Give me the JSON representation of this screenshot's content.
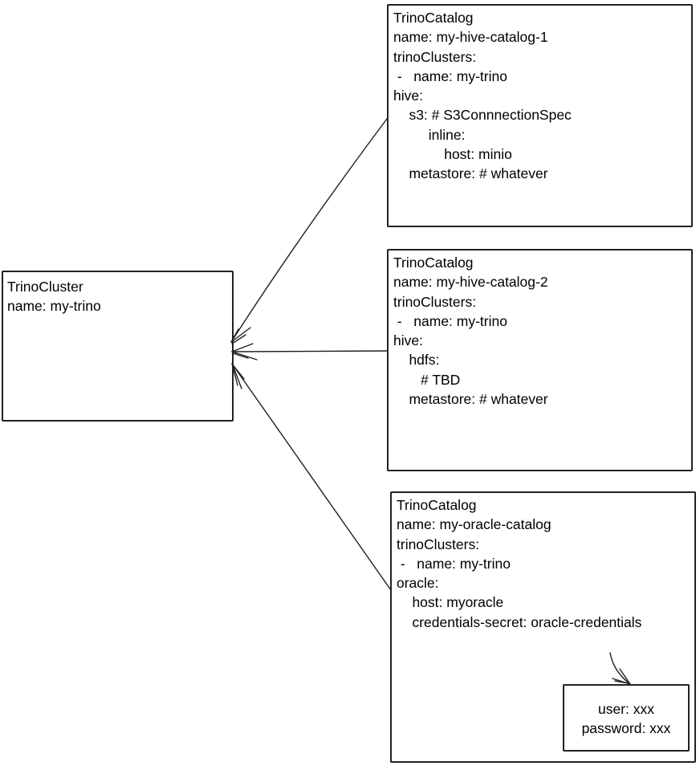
{
  "cluster_box": {
    "lines": [
      "TrinoCluster",
      "name: my-trino"
    ]
  },
  "catalog_boxes": [
    {
      "lines": [
        "TrinoCatalog",
        "name: my-hive-catalog-1",
        "trinoClusters:",
        " -   name: my-trino",
        "hive:",
        "    s3: # S3ConnnectionSpec",
        "         inline:",
        "             host: minio",
        "    metastore: # whatever"
      ]
    },
    {
      "lines": [
        "TrinoCatalog",
        "name: my-hive-catalog-2",
        "trinoClusters:",
        " -   name: my-trino",
        "hive:",
        "    hdfs:",
        "       # TBD",
        "    metastore: # whatever"
      ]
    },
    {
      "lines": [
        "TrinoCatalog",
        "name: my-oracle-catalog",
        "trinoClusters:",
        " -   name: my-trino",
        "oracle:",
        "    host: myoracle",
        "    credentials-secret: oracle-credentials"
      ]
    }
  ],
  "credentials_box": {
    "lines": [
      "user: xxx",
      "password: xxx"
    ]
  },
  "colors": {
    "stroke": "#1f1f1f",
    "background": "#ffffff",
    "text": "#000000"
  }
}
